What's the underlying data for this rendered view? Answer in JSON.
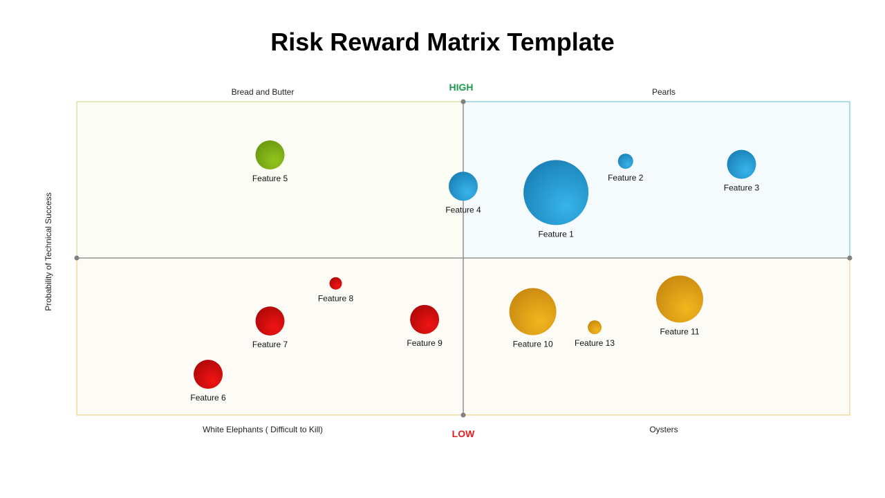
{
  "page": {
    "title": "Risk Reward Matrix Template"
  },
  "axes": {
    "y_label": "Probability of Technical Success",
    "high_label": "HIGH",
    "low_label": "LOW"
  },
  "quadrants": {
    "top_left": "Bread and Butter",
    "top_right": "Pearls",
    "bottom_left": "White Elephants ( Difficult to Kill)",
    "bottom_right": "Oysters"
  },
  "colors": {
    "high_label": "#1a9c4a",
    "low_label": "#e02020",
    "green_bubble": "#86b81a",
    "blue_bubble": "#2a9fd6",
    "red_bubble": "#dd0f0f",
    "gold_bubble": "#e6a516",
    "top_left_border": "#b9cc6a",
    "top_right_border": "#5fb9d0",
    "bottom_border": "#e8c86e"
  },
  "chart_data": {
    "type": "scatter",
    "title": "Risk Reward Matrix Template",
    "xlabel": "",
    "ylabel": "Probability of Technical Success",
    "xlim": [
      0,
      100
    ],
    "ylim": [
      0,
      100
    ],
    "grid": false,
    "points": [
      {
        "label": "Feature 1",
        "x": 62,
        "y": 71,
        "size": 47,
        "color": "blue"
      },
      {
        "label": "Feature 2",
        "x": 71,
        "y": 81,
        "size": 11,
        "color": "blue"
      },
      {
        "label": "Feature 3",
        "x": 86,
        "y": 80,
        "size": 21,
        "color": "blue"
      },
      {
        "label": "Feature 4",
        "x": 50,
        "y": 73,
        "size": 21,
        "color": "blue"
      },
      {
        "label": "Feature 5",
        "x": 25,
        "y": 83,
        "size": 21,
        "color": "green"
      },
      {
        "label": "Feature 6",
        "x": 17,
        "y": 13,
        "size": 21,
        "color": "red"
      },
      {
        "label": "Feature 7",
        "x": 25,
        "y": 30,
        "size": 21,
        "color": "red"
      },
      {
        "label": "Feature 8",
        "x": 33.5,
        "y": 42,
        "size": 9,
        "color": "red"
      },
      {
        "label": "Feature 9",
        "x": 45,
        "y": 30.5,
        "size": 21,
        "color": "red"
      },
      {
        "label": "Feature 10",
        "x": 59,
        "y": 33,
        "size": 34,
        "color": "gold"
      },
      {
        "label": "Feature 11",
        "x": 78,
        "y": 37,
        "size": 34,
        "color": "gold"
      },
      {
        "label": "Feature 13",
        "x": 67,
        "y": 28,
        "size": 10,
        "color": "gold"
      }
    ]
  }
}
